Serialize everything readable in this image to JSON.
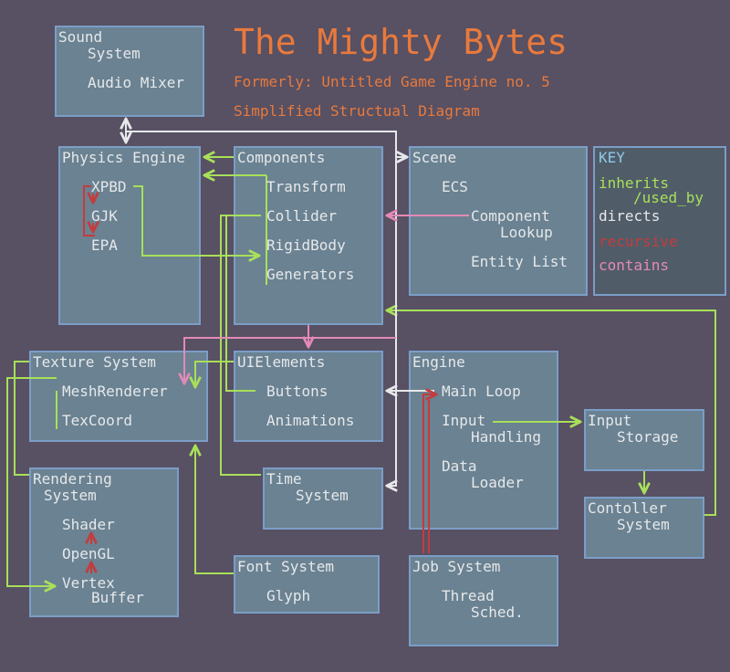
{
  "header": {
    "title": "The Mighty Bytes",
    "subtitle": "Formerly: Untitled Game Engine no. 5",
    "caption": "Simplified Structual Diagram"
  },
  "colors": {
    "inherits": "#a8e05a",
    "directs": "#e6e8ea",
    "recursive": "#c43c3c",
    "contains": "#e48ab8",
    "box": "#6a8292",
    "box_border": "#7b9ec7",
    "background": "#585063"
  },
  "key": {
    "title": "KEY",
    "inherits_1": "inherits",
    "inherits_2": "/used_by",
    "directs": "directs",
    "recursive": "recursive",
    "contains": "contains"
  },
  "nodes": {
    "sound": {
      "title_1": "Sound",
      "title_2": "System",
      "item_1": "Audio Mixer"
    },
    "physics": {
      "title": "Physics Engine",
      "item_1": "XPBD",
      "item_2": "GJK",
      "item_3": "EPA"
    },
    "components": {
      "title": "Components",
      "item_1": "Transform",
      "item_2": "Collider",
      "item_3": "RigidBody",
      "item_4": "Generators"
    },
    "scene": {
      "title": "Scene",
      "item_1": "ECS",
      "item_2a": "Component",
      "item_2b": "Lookup",
      "item_3": "Entity List"
    },
    "texture": {
      "title": "Texture System",
      "item_1": "MeshRenderer",
      "item_2": "TexCoord"
    },
    "uielements": {
      "title": "UIElements",
      "item_1": "Buttons",
      "item_2": "Animations"
    },
    "engine": {
      "title": "Engine",
      "item_1": "Main Loop",
      "item_2a": "Input",
      "item_2b": "Handling",
      "item_3a": "Data",
      "item_3b": "Loader"
    },
    "input_storage": {
      "title_1": "Input",
      "title_2": "Storage"
    },
    "controller": {
      "title_1": "Contoller",
      "title_2": "System"
    },
    "rendering": {
      "title_1": "Rendering",
      "title_2": "System",
      "item_1": "Shader",
      "item_2": "OpenGL",
      "item_3a": "Vertex",
      "item_3b": "Buffer"
    },
    "time": {
      "title_1": "Time",
      "title_2": "System"
    },
    "font": {
      "title": "Font System",
      "item_1": "Glyph"
    },
    "job": {
      "title": "Job System",
      "item_1a": "Thread",
      "item_1b": "Sched."
    }
  }
}
